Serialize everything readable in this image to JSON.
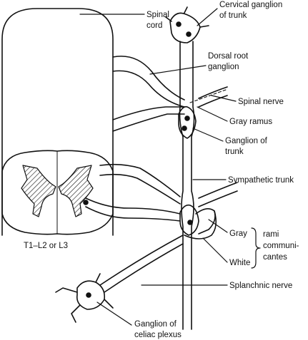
{
  "labels": {
    "spinal_cord_1": "Spinal",
    "spinal_cord_2": "cord",
    "cervical_1": "Cervical ganglion",
    "cervical_2": "of trunk",
    "dorsal_1": "Dorsal root",
    "dorsal_2": "ganglion",
    "spinal_nerve": "Spinal nerve",
    "gray_ramus": "Gray ramus",
    "ganglion_trunk_1": "Ganglion of",
    "ganglion_trunk_2": "trunk",
    "sympathetic_trunk": "Sympathetic trunk",
    "segment_level": "T1–L2 or L3",
    "gray": "Gray",
    "white": "White",
    "rami_1": "rami",
    "rami_2": "communi-",
    "rami_3": "cantes",
    "splanchnic": "Splanchnic nerve",
    "celiac_1": "Ganglion of",
    "celiac_2": "celiac plexus"
  },
  "colors": {
    "line": "#111111",
    "background": "#ffffff"
  }
}
